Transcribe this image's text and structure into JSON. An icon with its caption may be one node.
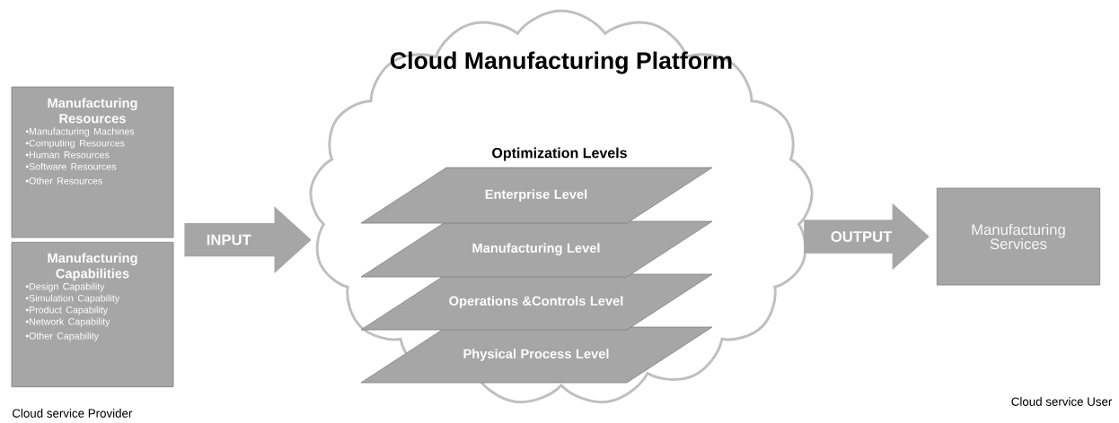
{
  "diagram": {
    "title": "Cloud Manufacturing Platform",
    "nodes": [
      {
        "text": [],
        "shape": "cloud"
      },
      {
        "text": [
          "Manufacturing Resources",
          "•Manufacturing Machines",
          "•Computing Resources",
          "•Human Resources",
          "•Software Resources",
          "•Other Resources"
        ]
      },
      {
        "text": [
          "Manufacturing Capabilities",
          "•Design Capability",
          "•Simulation Capability",
          "•Product Capability",
          "•Network Capability",
          "•Other Capability"
        ]
      },
      {
        "text": [
          "Enterprise Level"
        ],
        "in": 0
      },
      {
        "text": [
          "Manufacturing Level"
        ],
        "in": 0
      },
      {
        "text": [
          "Operations &Controls Level"
        ],
        "in": 0
      },
      {
        "text": [
          "Physical Process Level"
        ],
        "in": 0
      },
      {
        "text": [
          "Manufacturing Services"
        ]
      }
    ],
    "edges": [
      {
        "from": 1,
        "to": 0,
        "arrow": "to",
        "label": "INPUT"
      },
      {
        "from": 2,
        "to": 0,
        "arrow": "to"
      },
      {
        "from": 0,
        "to": 7,
        "arrow": "to",
        "label": "OUTPUT"
      }
    ],
    "labels": [
      "Optimization Levels",
      "Cloud service Provider",
      "Cloud service User"
    ]
  }
}
